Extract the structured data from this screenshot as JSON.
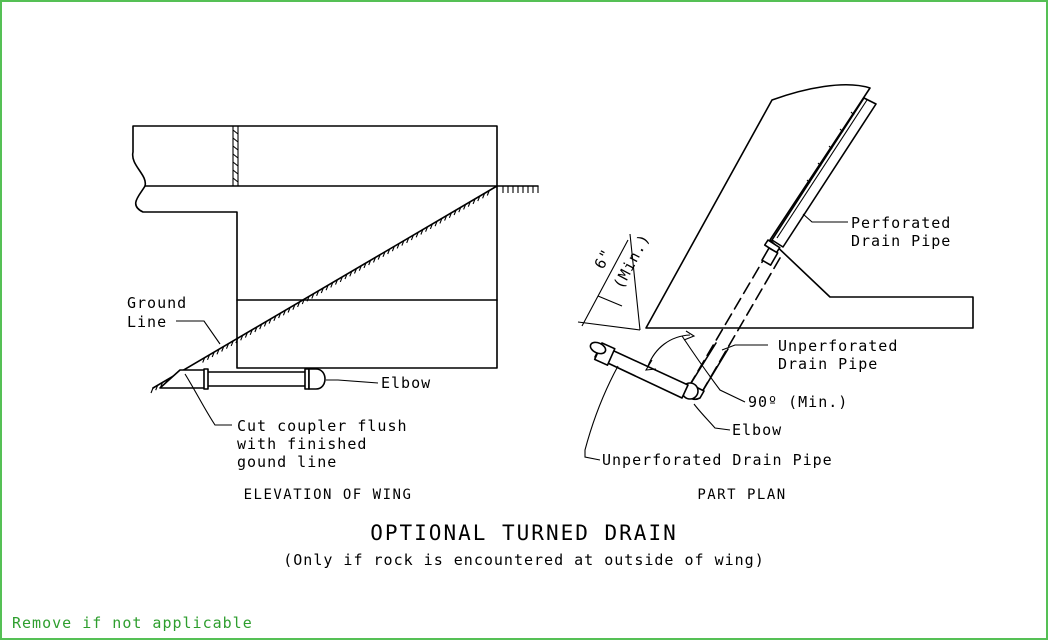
{
  "elevation": {
    "caption": "ELEVATION OF WING",
    "ground_line": [
      "Ground",
      "Line"
    ],
    "elbow": "Elbow",
    "coupler": [
      "Cut coupler flush",
      "with finished",
      "gound line"
    ]
  },
  "plan": {
    "caption": "PART PLAN",
    "perforated": [
      "Perforated",
      "Drain Pipe"
    ],
    "unperforated_upper": [
      "Unperforated",
      "Drain Pipe"
    ],
    "angle": "90º (Min.)",
    "elbow": "Elbow",
    "unperforated_lower": "Unperforated Drain Pipe",
    "dim_value": "6\"",
    "dim_min": "(Min.)"
  },
  "title": "OPTIONAL TURNED DRAIN",
  "subtitle": "(Only if rock is encountered at outside of wing)",
  "note": "Remove if not applicable",
  "colors": {
    "border": "#55c055",
    "note": "#2e9e2e",
    "ink": "#000000"
  }
}
